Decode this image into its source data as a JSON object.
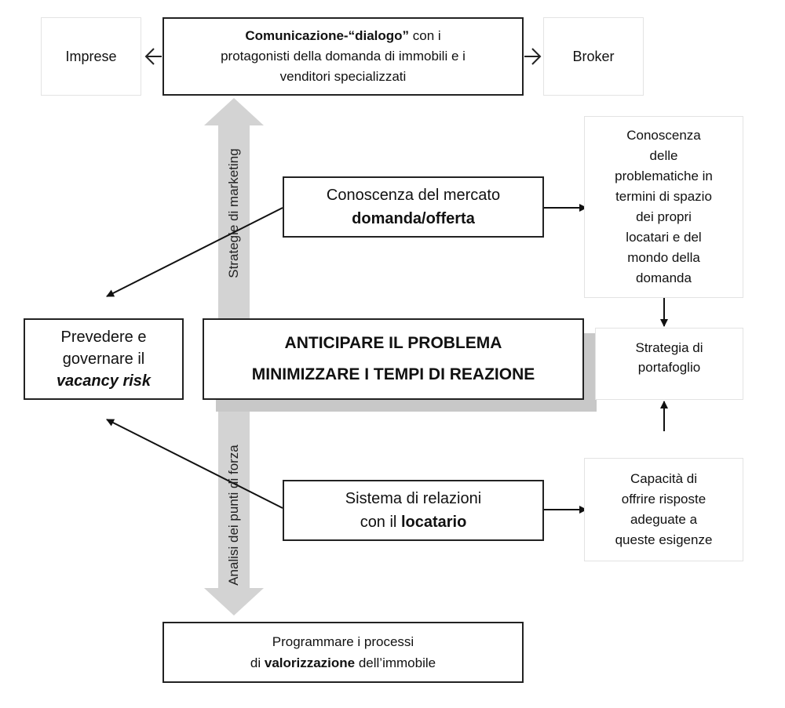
{
  "boxes": {
    "comunicazione": {
      "bold": "Comunicazione-“dialogo”",
      "rest1": " con i",
      "line2": "protagonisti della domanda di immobili e i",
      "line3": "venditori specializzati"
    },
    "imprese": "Imprese",
    "broker": "Broker",
    "conoscenza_mercato": {
      "line1": "Conoscenza del mercato",
      "line2_bold": "domanda/offerta"
    },
    "conoscenza_problematiche": [
      "Conoscenza",
      "delle",
      "problematiche in",
      "termini di spazio",
      "dei propri",
      "locatari e del",
      "mondo della",
      "domanda"
    ],
    "prevedere": {
      "line1": "Prevedere e",
      "line2": "governare il",
      "line3_bold_italic": "vacancy risk"
    },
    "anticipare": {
      "line1": "ANTICIPARE IL PROBLEMA",
      "line2": "MINIMIZZARE I TEMPI DI REAZIONE"
    },
    "strategia_portafoglio": [
      "Strategia di",
      "portafoglio"
    ],
    "sistema_relazioni": {
      "line1": "Sistema di relazioni",
      "line2_pre": "con il ",
      "line2_bold": "locatario"
    },
    "capacita": [
      "Capacità di",
      "offrire risposte",
      "adeguate a",
      "queste esigenze"
    ],
    "programmare": {
      "line1": "Programmare i processi",
      "line2_pre": "di ",
      "line2_bold": "valorizzazione",
      "line2_post": " dell’immobile"
    }
  },
  "vertical_labels": {
    "top": "Strategie di marketing",
    "bottom": "Analisi dei punti di forza"
  }
}
